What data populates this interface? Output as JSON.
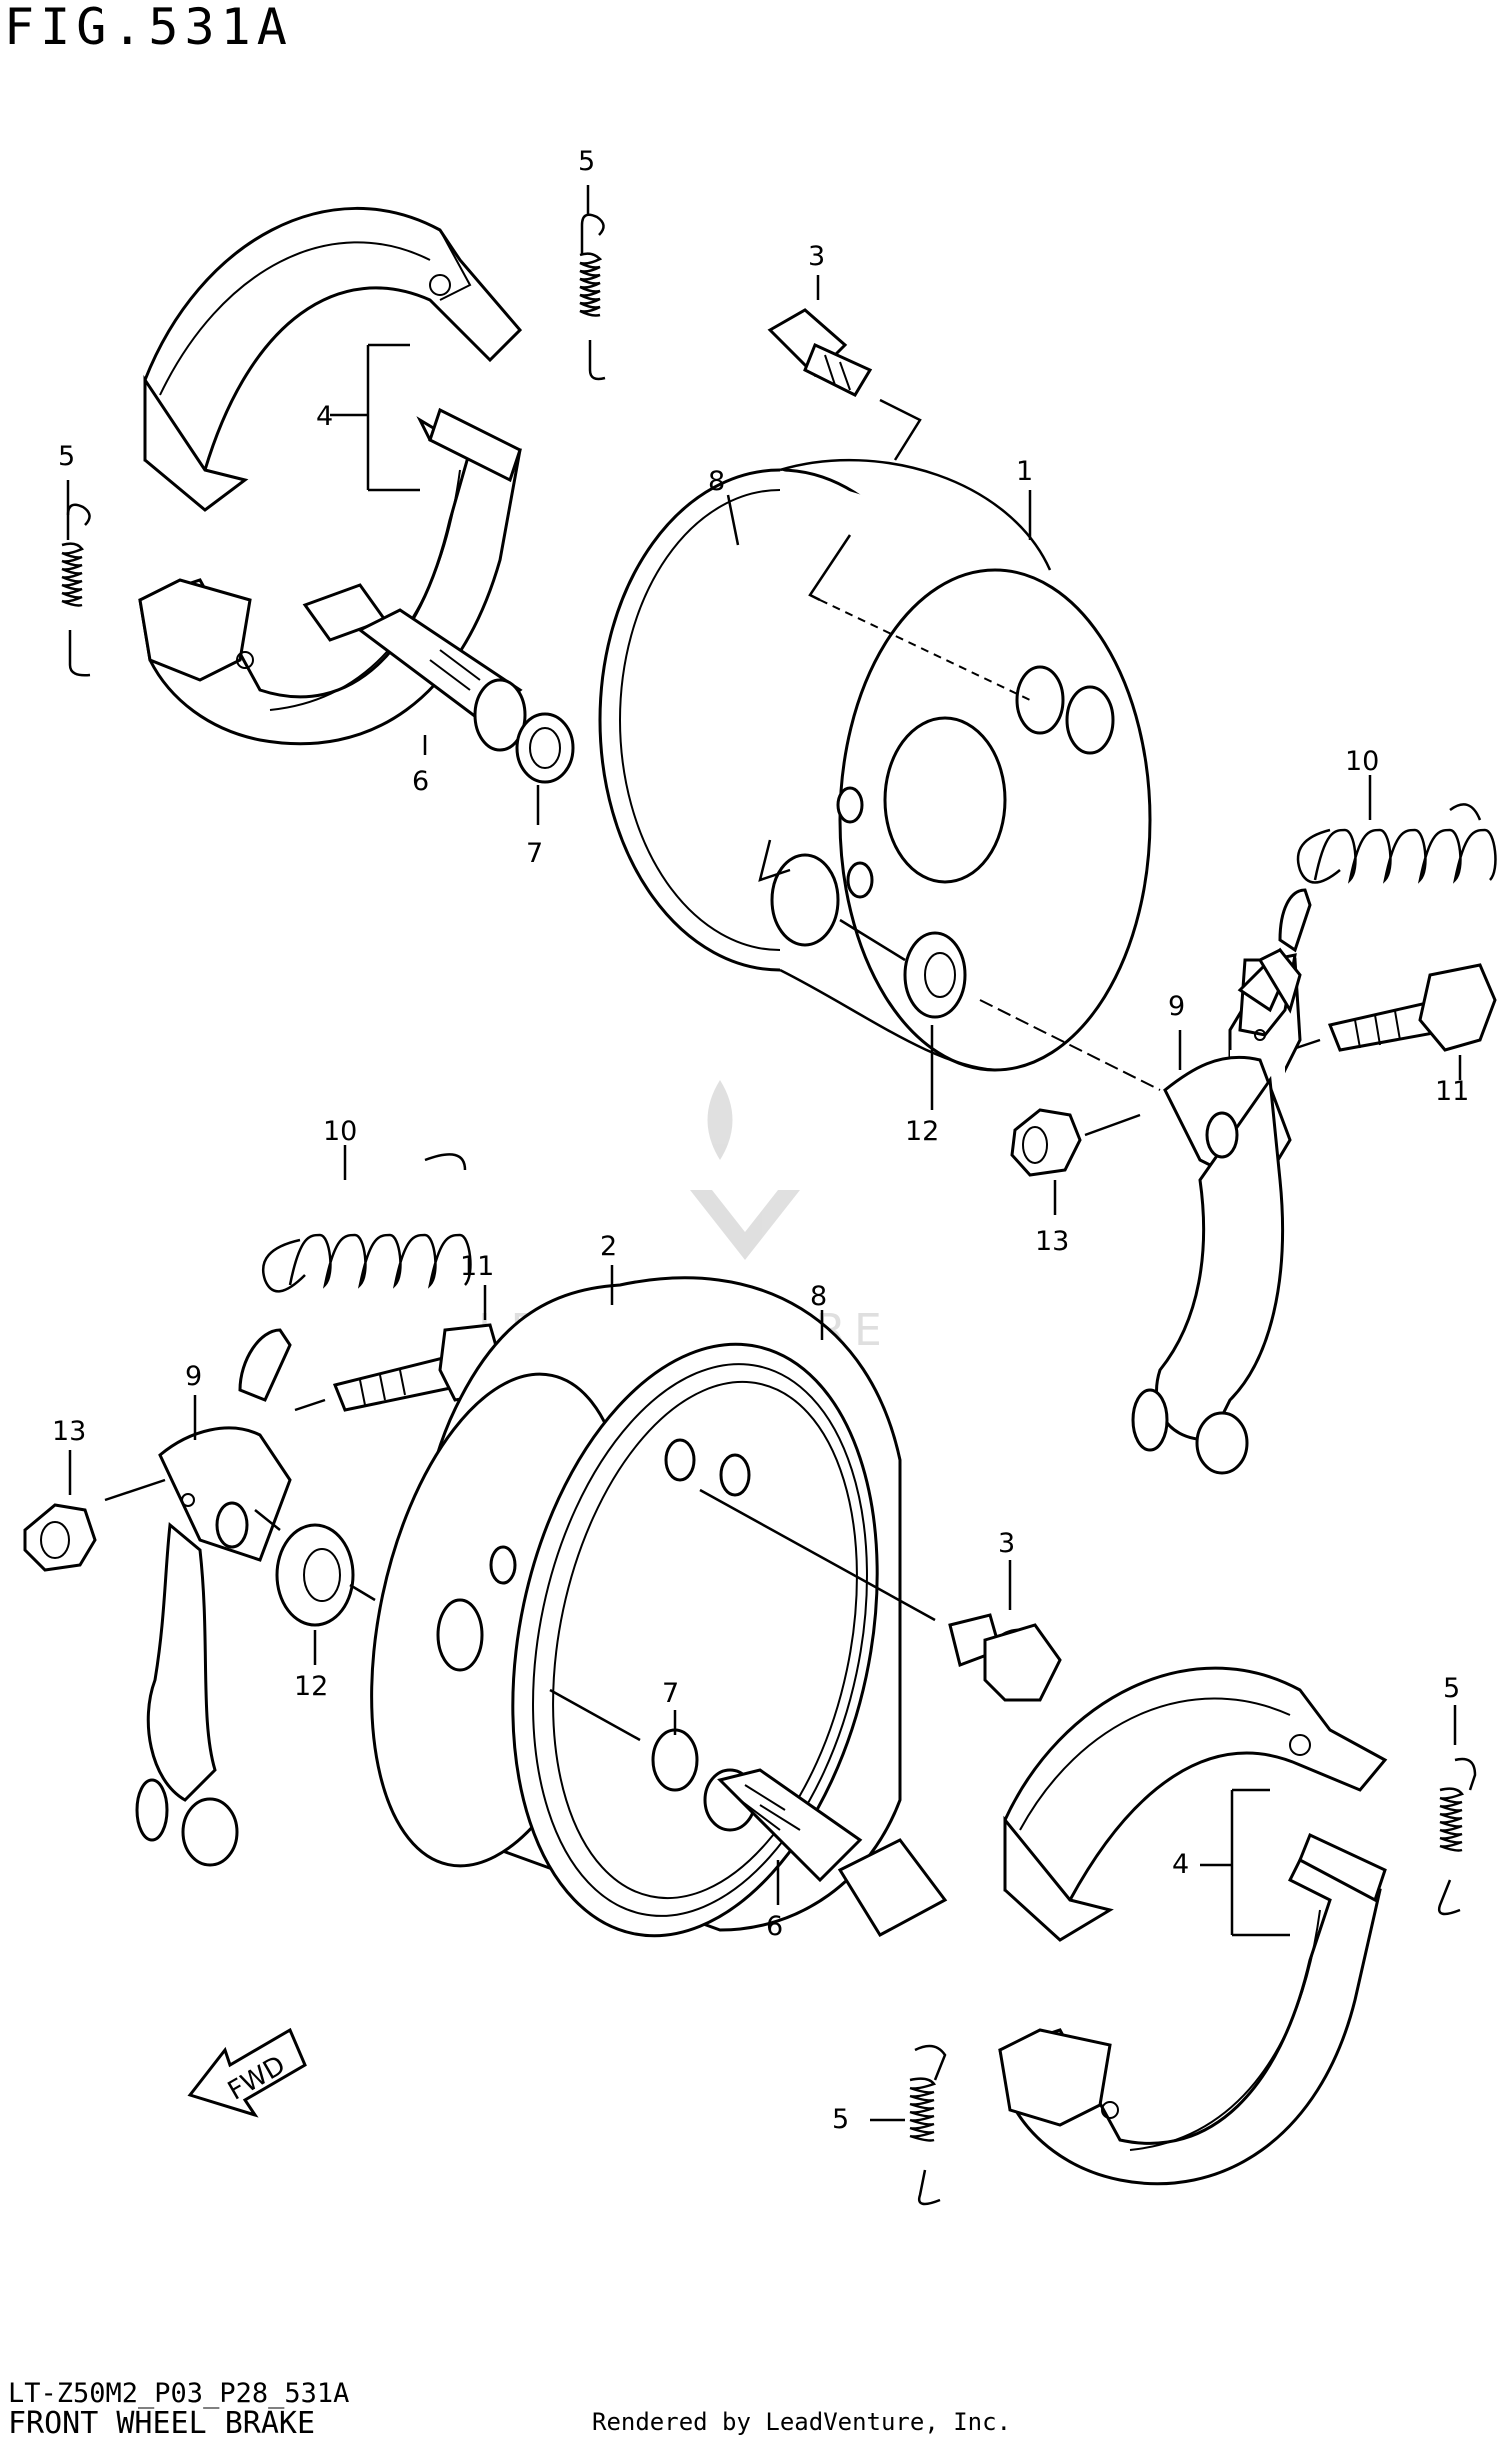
{
  "figure": {
    "title": "FIG.531A",
    "drawing_code": "LT-Z50M2_P03_P28_531A",
    "caption": "FRONT WHEEL BRAKE",
    "rendered_by": "Rendered by LeadVenture, Inc.",
    "watermark": "LEADVENTURE",
    "fwd_label": "FWD"
  },
  "callouts": [
    {
      "id": "c-5-a",
      "label": "5"
    },
    {
      "id": "c-3-a",
      "label": "3"
    },
    {
      "id": "c-4-a",
      "label": "4"
    },
    {
      "id": "c-5-b",
      "label": "5"
    },
    {
      "id": "c-8-a",
      "label": "8"
    },
    {
      "id": "c-1",
      "label": "1"
    },
    {
      "id": "c-6-a",
      "label": "6"
    },
    {
      "id": "c-7-a",
      "label": "7"
    },
    {
      "id": "c-10-a",
      "label": "10"
    },
    {
      "id": "c-9-a",
      "label": "9"
    },
    {
      "id": "c-11-a",
      "label": "11"
    },
    {
      "id": "c-12-a",
      "label": "12"
    },
    {
      "id": "c-13-a",
      "label": "13"
    },
    {
      "id": "c-10-b",
      "label": "10"
    },
    {
      "id": "c-2",
      "label": "2"
    },
    {
      "id": "c-11-b",
      "label": "11"
    },
    {
      "id": "c-8-b",
      "label": "8"
    },
    {
      "id": "c-9-b",
      "label": "9"
    },
    {
      "id": "c-13-b",
      "label": "13"
    },
    {
      "id": "c-3-b",
      "label": "3"
    },
    {
      "id": "c-12-b",
      "label": "12"
    },
    {
      "id": "c-7-b",
      "label": "7"
    },
    {
      "id": "c-5-c",
      "label": "5"
    },
    {
      "id": "c-4-b",
      "label": "4"
    },
    {
      "id": "c-6-b",
      "label": "6"
    },
    {
      "id": "c-5-d",
      "label": "5"
    }
  ]
}
